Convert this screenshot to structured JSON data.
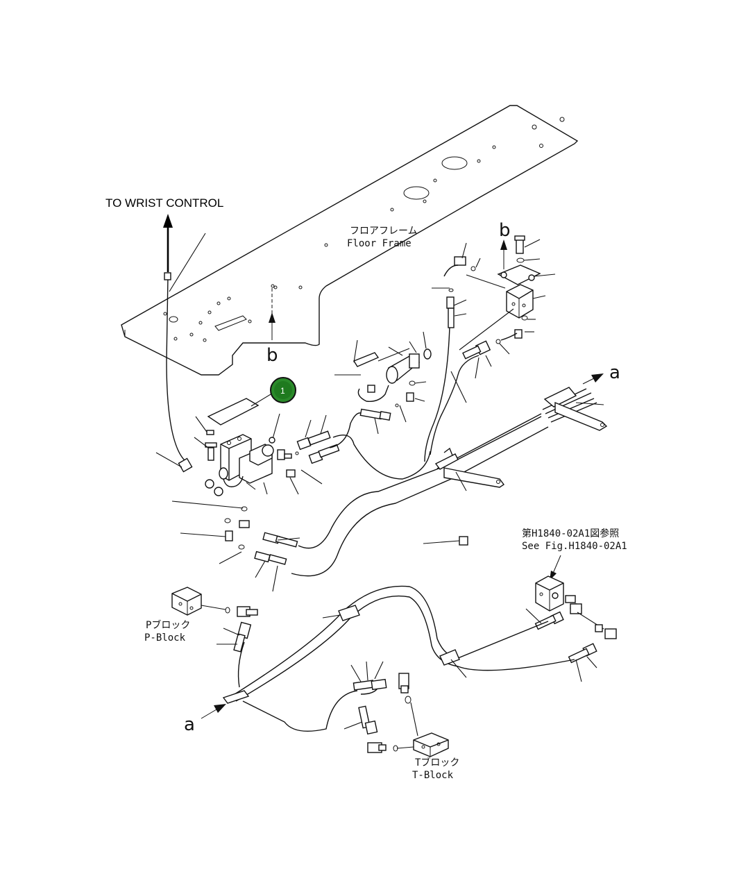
{
  "labels": {
    "to_wrist_control": "TO WRIST CONTROL",
    "floor_frame_jp": "フロアフレーム",
    "floor_frame_en": "Floor Frame",
    "ref_jp": "第H1840-02A1図参照",
    "ref_en": "See Fig.H1840-02A1",
    "p_block_jp": "Pブロック",
    "p_block_en": "P-Block",
    "t_block_jp": "Tブロック",
    "t_block_en": "T-Block",
    "arrow_a_right": "a",
    "arrow_a_left": "a",
    "arrow_b_top": "b",
    "arrow_b_floor": "b"
  },
  "callout": {
    "number": "1",
    "color": "#1f7a1f"
  }
}
